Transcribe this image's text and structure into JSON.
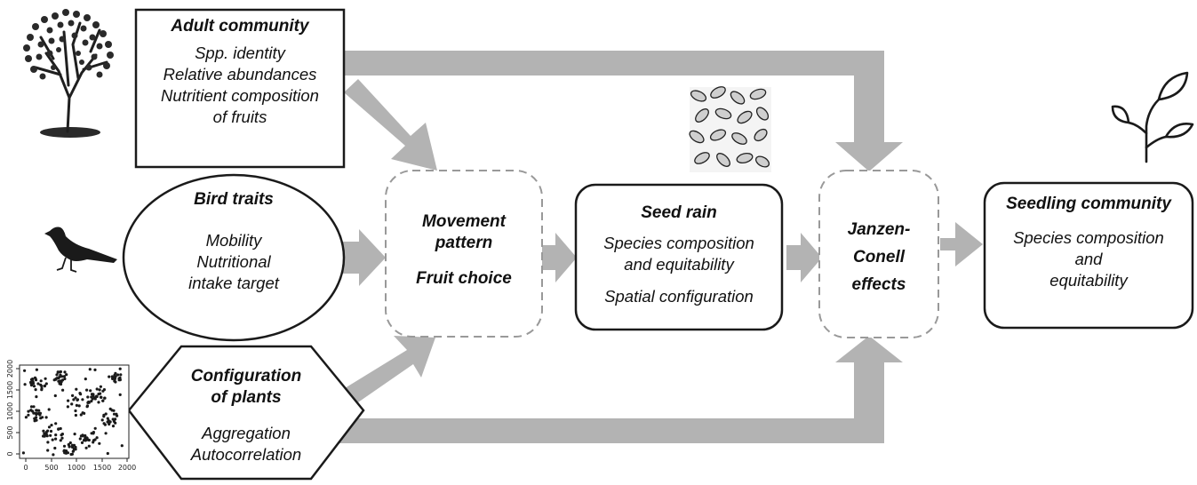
{
  "nodes": {
    "adult": {
      "title": "Adult community",
      "lines": [
        "Spp. identity",
        "Relative abundances",
        "Nutritient composition",
        "of fruits"
      ]
    },
    "bird": {
      "title": "Bird traits",
      "lines": [
        "Mobility",
        "Nutritional",
        "intake target"
      ]
    },
    "config": {
      "title_lines": [
        "Configuration",
        "of plants"
      ],
      "lines": [
        "Aggregation",
        "Autocorrelation"
      ]
    },
    "movement": {
      "lines": [
        "Movement",
        "pattern",
        "Fruit choice"
      ]
    },
    "seedrain": {
      "title": "Seed rain",
      "lines": [
        "Species composition",
        "and equitability",
        "Spatial configuration"
      ]
    },
    "janzen": {
      "lines": [
        "Janzen-",
        "Conell",
        "effects"
      ]
    },
    "seedling": {
      "title": "Seedling community",
      "lines": [
        "Species composition",
        "and",
        "equitability"
      ]
    }
  },
  "scatter_plot": {
    "x_ticks": [
      "0",
      "500",
      "1000",
      "1500",
      "2000"
    ],
    "y_ticks": [
      "0",
      "500",
      "1000",
      "1500",
      "2000"
    ]
  },
  "icons": [
    "tree-icon",
    "bird-icon",
    "seeds-icon",
    "seedling-icon",
    "point-pattern-plot"
  ],
  "colors": {
    "arrow": "#b3b3b3",
    "box_border": "#1a1a1a",
    "dashed_border": "#999999"
  }
}
